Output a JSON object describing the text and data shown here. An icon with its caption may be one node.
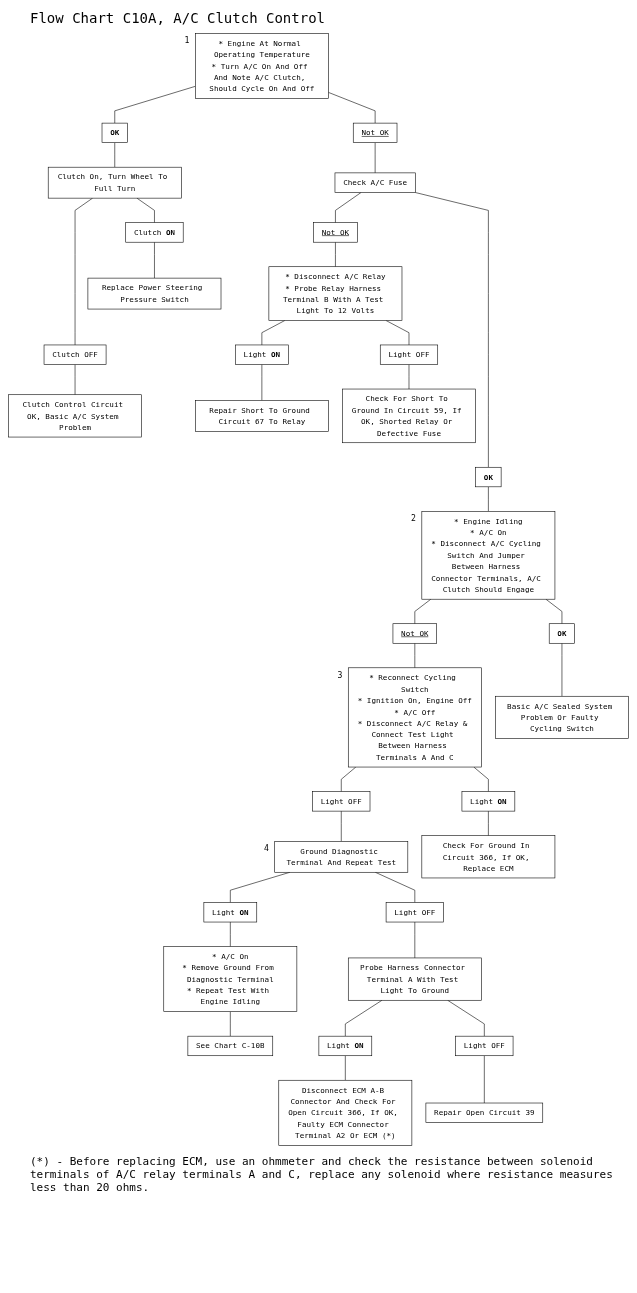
{
  "diagram": {
    "title": "Flow Chart C10A, A/C Clutch Control",
    "nodes": [
      {
        "text": [
          "* Engine At Normal Operating Temperature",
          "* Turn A/C On And Off And Note A/C Clutch, Should Cycle On And Off"
        ],
        "beside": [
          "1"
        ]
      },
      {
        "text": [
          "Not OK"
        ]
      },
      {
        "text": [
          "OK"
        ]
      },
      {
        "text": [
          "Check A/C Fuse"
        ]
      },
      {
        "text": [
          "Clutch On, Turn Wheel To Full Turn"
        ]
      },
      {
        "text": [
          "Not OK"
        ]
      },
      {
        "text": [
          "Clutch **ON**"
        ]
      },
      {
        "text": [
          "* Disconnect A/C Relay",
          "* Probe Relay Harness Terminal B With A Test Light To 12 Volts"
        ]
      },
      {
        "text": [
          "Replace Power Steering Pressure Switch"
        ]
      },
      {
        "text": [
          "Clutch OFF"
        ]
      },
      {
        "text": [
          "Clutch Control Circuit OK, Basic A/C System Problem"
        ]
      },
      {
        "text": [
          "Light **ON**"
        ]
      },
      {
        "text": [
          "Repair Short To Ground Circuit 67 To Relay"
        ]
      },
      {
        "text": [
          "Light OFF"
        ]
      },
      {
        "text": [
          "Check For Short To Ground In Circuit 59, If OK, Shorted Relay Or Defective Fuse"
        ]
      },
      {
        "text": [
          "OK"
        ]
      },
      {
        "text": [
          "* Engine Idling",
          "* A/C On",
          "* Disconnect A/C Cycling Switch And Jumper Between Harness Connector Terminals, A/C Clutch Should Engage"
        ],
        "beside": [
          "2"
        ]
      },
      {
        "text": [
          "Not OK"
        ]
      },
      {
        "text": [
          "OK"
        ]
      },
      {
        "text": [
          "* Reconnect Cycling Switch",
          "* Ignition On, Engine Off",
          "* A/C Off",
          "* Disconnect A/C Relay & Connect Test Light Between Harness Terminals A And C"
        ],
        "beside": [
          "3"
        ]
      },
      {
        "text": [
          "Basic A/C Sealed System Problem Or Faulty Cycling Switch"
        ]
      },
      {
        "text": [
          "Light OFF"
        ]
      },
      {
        "text": [
          "Light **ON**"
        ]
      },
      {
        "text": [
          "Ground Diagnostic Terminal And Repeat Test"
        ],
        "beside": [
          "4"
        ]
      },
      {
        "text": [
          "Check For Ground In Circuit 366, If OK, Replace ECM"
        ]
      },
      {
        "text": [
          "Light **ON**"
        ]
      },
      {
        "text": [
          "* A/C On",
          "* Remove Ground From Diagnostic Terminal",
          "* Repeat Test With Engine Idling"
        ]
      },
      {
        "text": [
          "See Chart C-10B"
        ]
      },
      {
        "text": [
          "Light OFF"
        ]
      },
      {
        "text": [
          "Probe Harness Connector Terminal A With Test Light To Ground"
        ]
      },
      {
        "text": [
          "Light **ON**"
        ]
      },
      {
        "text": [
          "Light OFF"
        ]
      },
      {
        "text": [
          "Disconnect ECM A-B Connector And Check For Open Circuit 366, If OK, Faulty ECM Connector Terminal A2 Or ECM (*)"
        ]
      },
      {
        "text": [
          "Repair Open Circuit 39"
        ]
      }
    ],
    "edges": [
      {
        "from": 0,
        "to": 1,
        "arrow": "none"
      },
      {
        "from": 0,
        "to": 2,
        "arrow": "none"
      },
      {
        "from": 1,
        "to": 3,
        "arrow": "none"
      },
      {
        "from": 2,
        "to": 4,
        "arrow": "none"
      },
      {
        "from": 3,
        "to": 5,
        "arrow": "none"
      },
      {
        "from": 3,
        "to": 15,
        "arrow": "none"
      },
      {
        "from": 4,
        "to": 6,
        "arrow": "none"
      },
      {
        "from": 4,
        "to": 9,
        "arrow": "none"
      },
      {
        "from": 6,
        "to": 8,
        "arrow": "none"
      },
      {
        "from": 9,
        "to": 10,
        "arrow": "none"
      },
      {
        "from": 5,
        "to": 7,
        "arrow": "none"
      },
      {
        "from": 7,
        "to": 11,
        "arrow": "none"
      },
      {
        "from": 7,
        "to": 13,
        "arrow": "none"
      },
      {
        "from": 11,
        "to": 12,
        "arrow": "none"
      },
      {
        "from": 13,
        "to": 14,
        "arrow": "none"
      },
      {
        "from": 15,
        "to": 16,
        "arrow": "none"
      },
      {
        "from": 16,
        "to": 17,
        "arrow": "none"
      },
      {
        "from": 16,
        "to": 18,
        "arrow": "none"
      },
      {
        "from": 17,
        "to": 19,
        "arrow": "none"
      },
      {
        "from": 18,
        "to": 20,
        "arrow": "none"
      },
      {
        "from": 19,
        "to": 21,
        "arrow": "none"
      },
      {
        "from": 19,
        "to": 22,
        "arrow": "none"
      },
      {
        "from": 21,
        "to": 23,
        "arrow": "none"
      },
      {
        "from": 22,
        "to": 24,
        "arrow": "none"
      },
      {
        "from": 23,
        "to": 25,
        "arrow": "none"
      },
      {
        "from": 23,
        "to": 28,
        "arrow": "none"
      },
      {
        "from": 25,
        "to": 26,
        "arrow": "none"
      },
      {
        "from": 26,
        "to": 27,
        "arrow": "none"
      },
      {
        "from": 28,
        "to": 29,
        "arrow": "none"
      },
      {
        "from": 29,
        "to": 30,
        "arrow": "none"
      },
      {
        "from": 29,
        "to": 31,
        "arrow": "none"
      },
      {
        "from": 30,
        "to": 32,
        "arrow": "none"
      },
      {
        "from": 31,
        "to": 33,
        "arrow": "none"
      }
    ],
    "labels": [
      "(*) - Before replacing ECM, use an ohmmeter and check the resistance between solenoid terminals of A/C relay terminals A and C, replace any solenoid where resistance measures less than 20 ohms."
    ]
  }
}
